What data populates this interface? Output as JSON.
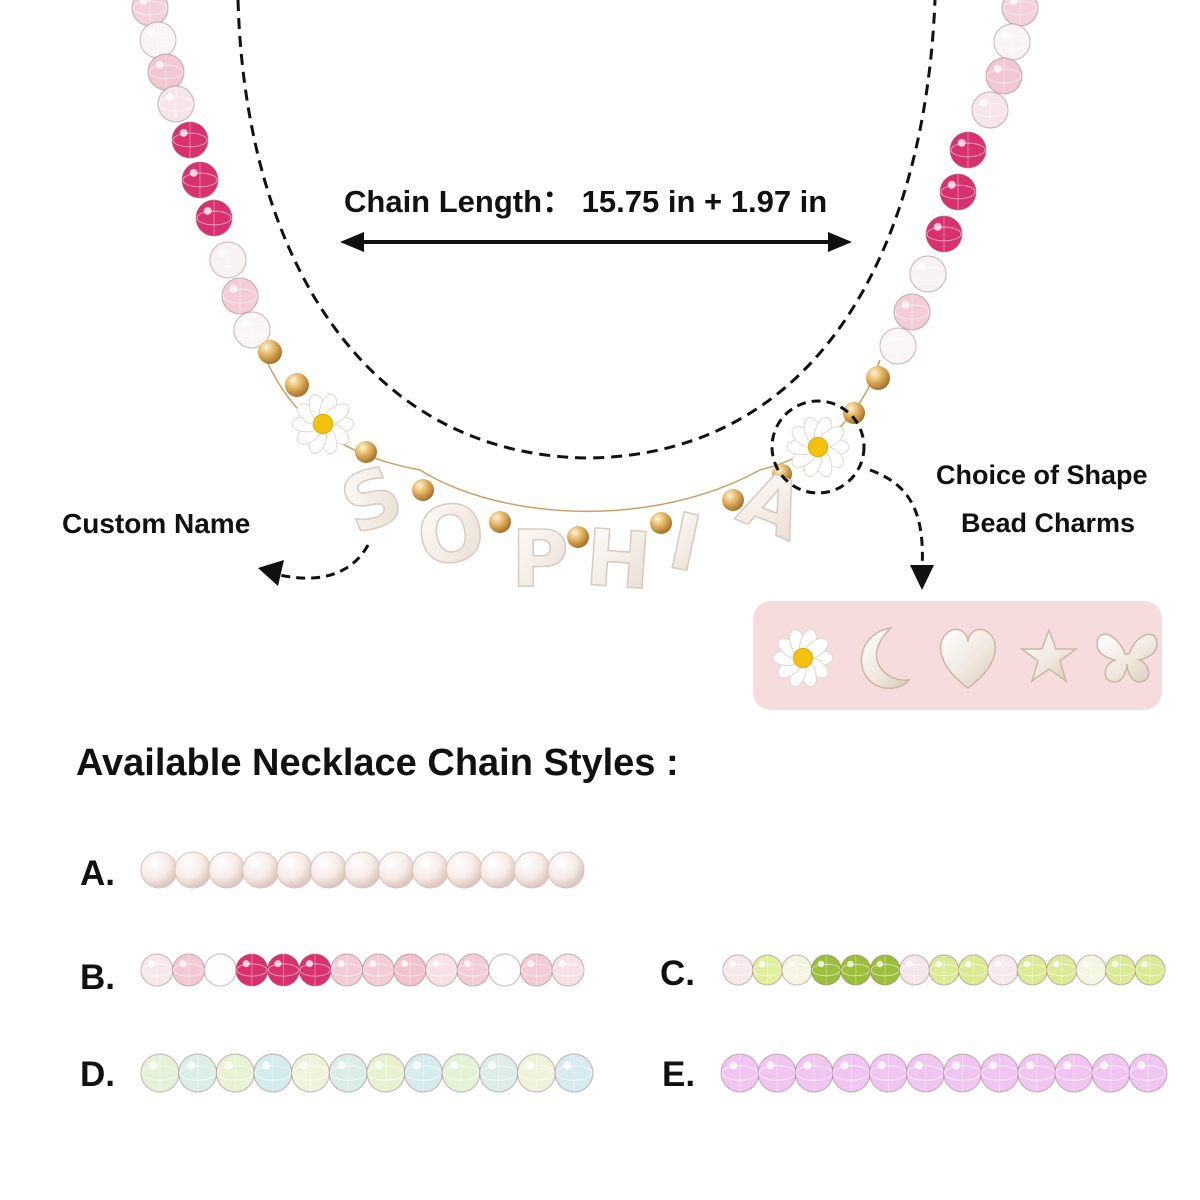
{
  "measurement": {
    "label": "Chain Length：",
    "value": "15.75 in + 1.97 in"
  },
  "callouts": {
    "custom_name": "Custom Name",
    "charm_choice_line1": "Choice of Shape",
    "charm_choice_line2": "Bead Charms"
  },
  "pendant": {
    "name_letters": [
      "S",
      "O",
      "P",
      "H",
      "I",
      "A"
    ]
  },
  "charms": [
    "daisy-icon",
    "moon-icon",
    "heart-icon",
    "star-icon",
    "butterfly-icon"
  ],
  "styles_section": {
    "title": "Available Necklace Chain Styles :",
    "options": [
      {
        "label": "A.",
        "description": "pearl beads",
        "colors": [
          "#f6ebe6"
        ]
      },
      {
        "label": "B.",
        "description": "pink crystal beads",
        "colors": [
          "#f6e9ea",
          "#f3c9d4",
          "#ffffff",
          "#d9306f",
          "#d9306f",
          "#d9306f",
          "#f3cdd5",
          "#f3cdd5",
          "#f1c1cc",
          "#f6e2e6",
          "#f3cdd5",
          "#ffffff",
          "#f3cdd5",
          "#f6e2e6"
        ]
      },
      {
        "label": "C.",
        "description": "green crystal beads",
        "colors": [
          "#f6e9ea",
          "#e3ee9e",
          "#f4f6e2",
          "#9bbf3b",
          "#9bbf3b",
          "#9bbf3b",
          "#f4e6e9",
          "#dcea96",
          "#dcea96",
          "#f6e9ea",
          "#dcea96",
          "#dcea96",
          "#f4f6e2",
          "#dcea96",
          "#dcea96"
        ]
      },
      {
        "label": "D.",
        "description": "iridescent aurora beads",
        "colors": [
          "#e6f2d8",
          "#dcefe6",
          "#e8f3d4",
          "#d5ecec",
          "#eef4dc",
          "#dbeee6",
          "#e8f2d2",
          "#d8ecee",
          "#e4f3d8",
          "#dcedea",
          "#eef3da",
          "#d8ebf0"
        ]
      },
      {
        "label": "E.",
        "description": "lavender pink beads",
        "colors": [
          "#efc6ef"
        ]
      }
    ]
  },
  "colors": {
    "panel": "#f7dcdd",
    "magenta_bead": "#d9306f",
    "gold_bead": "#d7a24e",
    "text": "#111111"
  }
}
